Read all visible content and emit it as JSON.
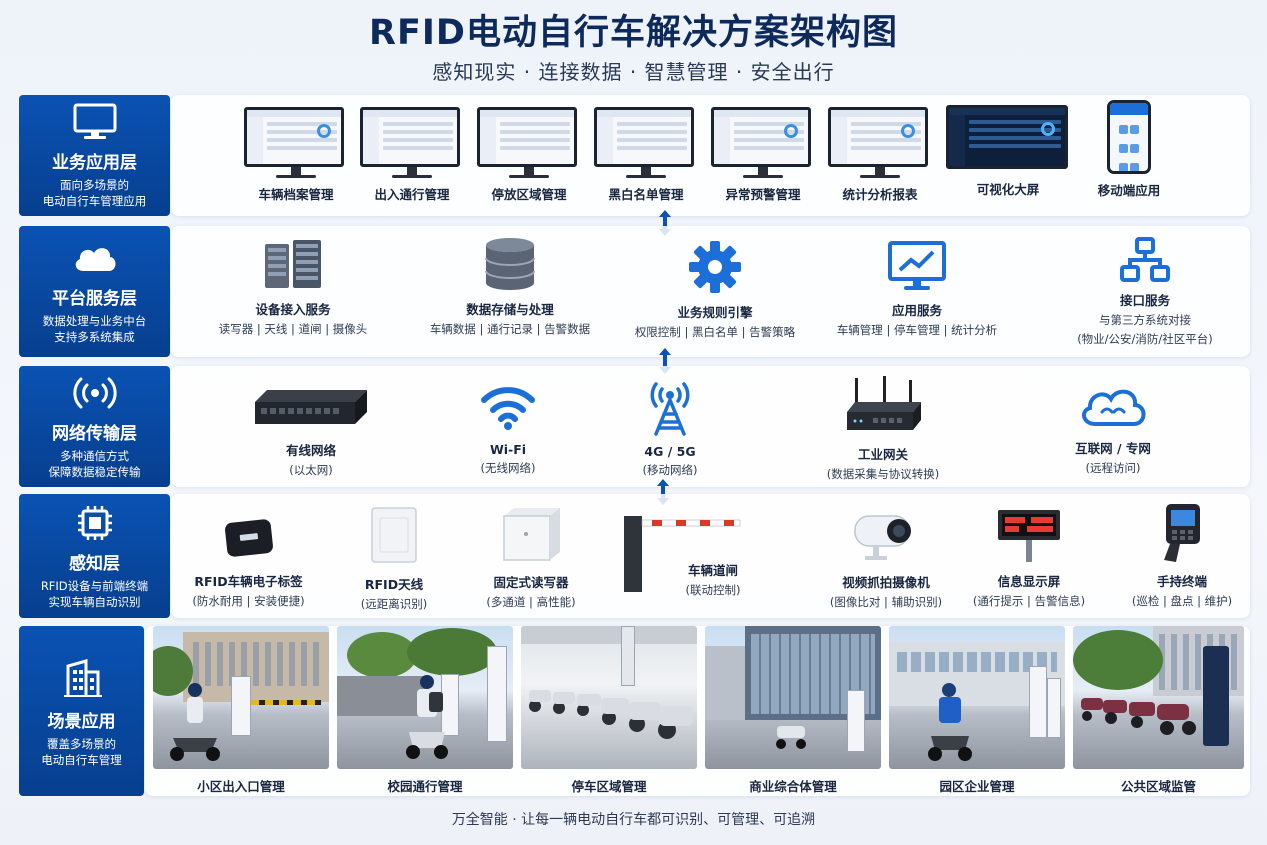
{
  "title": "RFID电动自行车解决方案架构图",
  "subtitle": "感知现实 · 连接数据 · 智慧管理 · 安全出行",
  "colors": {
    "primary": "#0a52b3",
    "accent": "#1d6fd8",
    "text": "#1a2740"
  },
  "layers": {
    "business": {
      "name": "业务应用层",
      "desc1": "面向多场景的",
      "desc2": "电动自行车管理应用",
      "icon": "monitor-icon",
      "items": [
        {
          "title": "车辆档案管理"
        },
        {
          "title": "出入通行管理"
        },
        {
          "title": "停放区域管理"
        },
        {
          "title": "黑白名单管理"
        },
        {
          "title": "异常预警管理"
        },
        {
          "title": "统计分析报表"
        },
        {
          "title": "可视化大屏"
        },
        {
          "title": "移动端应用"
        }
      ]
    },
    "platform": {
      "name": "平台服务层",
      "desc1": "数据处理与业务中台",
      "desc2": "支持多系统集成",
      "icon": "cloud-icon",
      "items": [
        {
          "title": "设备接入服务",
          "sub": "读写器 | 天线 | 道闸 | 摄像头",
          "icon": "server-rack-icon"
        },
        {
          "title": "数据存储与处理",
          "sub": "车辆数据 | 通行记录 | 告警数据",
          "icon": "database-icon"
        },
        {
          "title": "业务规则引擎",
          "sub": "权限控制 | 黑白名单 | 告警策略",
          "icon": "gear-icon"
        },
        {
          "title": "应用服务",
          "sub": "车辆管理 | 停车管理 | 统计分析",
          "icon": "chart-monitor-icon"
        },
        {
          "title": "接口服务",
          "sub": "与第三方系统对接",
          "sub2": "(物业/公安/消防/社区平台)",
          "icon": "network-nodes-icon"
        }
      ]
    },
    "network": {
      "name": "网络传输层",
      "desc1": "多种通信方式",
      "desc2": "保障数据稳定传输",
      "icon": "signal-icon",
      "items": [
        {
          "title": "有线网络",
          "sub": "(以太网)",
          "icon": "switch-icon"
        },
        {
          "title": "Wi-Fi",
          "sub": "(无线网络)",
          "icon": "wifi-icon"
        },
        {
          "title": "4G / 5G",
          "sub": "(移动网络)",
          "icon": "tower-icon"
        },
        {
          "title": "工业网关",
          "sub": "(数据采集与协议转换)",
          "icon": "gateway-icon"
        },
        {
          "title": "互联网 / 专网",
          "sub": "(远程访问)",
          "icon": "cloud-link-icon"
        }
      ]
    },
    "perception": {
      "name": "感知层",
      "desc1": "RFID设备与前端终端",
      "desc2": "实现车辆自动识别",
      "icon": "chip-icon",
      "items": [
        {
          "title": "RFID车辆电子标签",
          "sub": "(防水耐用 | 安装便捷)",
          "icon": "rfid-tag-icon"
        },
        {
          "title": "RFID天线",
          "sub": "(远距离识别)",
          "icon": "antenna-panel-icon"
        },
        {
          "title": "固定式读写器",
          "sub": "(多通道 | 高性能)",
          "icon": "reader-icon"
        },
        {
          "title": "车辆道闸",
          "sub": "(联动控制)",
          "icon": "barrier-gate-icon"
        },
        {
          "title": "视频抓拍摄像机",
          "sub": "(图像比对 | 辅助识别)",
          "icon": "camera-icon"
        },
        {
          "title": "信息显示屏",
          "sub": "(通行提示 | 告警信息)",
          "icon": "display-board-icon"
        },
        {
          "title": "手持终端",
          "sub": "(巡检 | 盘点 | 维护)",
          "icon": "handheld-icon"
        }
      ]
    },
    "scenario": {
      "name": "场景应用",
      "desc1": "覆盖多场景的",
      "desc2": "电动自行车管理",
      "icon": "building-icon",
      "items": [
        {
          "title": "小区出入口管理"
        },
        {
          "title": "校园通行管理"
        },
        {
          "title": "停车区域管理"
        },
        {
          "title": "商业综合体管理"
        },
        {
          "title": "园区企业管理"
        },
        {
          "title": "公共区域监管"
        }
      ]
    }
  },
  "footer": "万全智能 · 让每一辆电动自行车都可识别、可管理、可追溯"
}
